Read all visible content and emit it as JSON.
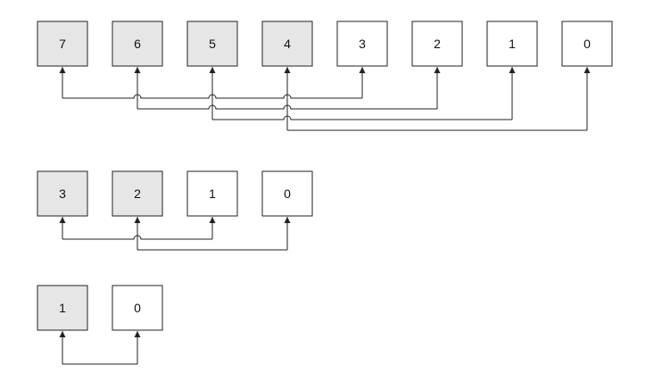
{
  "colors": {
    "shaded_fill": "#e6e6e6",
    "plain_fill": "#ffffff",
    "stroke": "#222222"
  },
  "rows": [
    {
      "boxes": [
        {
          "label": "7",
          "shaded": true
        },
        {
          "label": "6",
          "shaded": true
        },
        {
          "label": "5",
          "shaded": true
        },
        {
          "label": "4",
          "shaded": true
        },
        {
          "label": "3",
          "shaded": false
        },
        {
          "label": "2",
          "shaded": false
        },
        {
          "label": "1",
          "shaded": false
        },
        {
          "label": "0",
          "shaded": false
        }
      ],
      "links": [
        {
          "from": "7",
          "to": "3"
        },
        {
          "from": "6",
          "to": "2"
        },
        {
          "from": "5",
          "to": "1"
        },
        {
          "from": "4",
          "to": "0"
        }
      ]
    },
    {
      "boxes": [
        {
          "label": "3",
          "shaded": true
        },
        {
          "label": "2",
          "shaded": true
        },
        {
          "label": "1",
          "shaded": false
        },
        {
          "label": "0",
          "shaded": false
        }
      ],
      "links": [
        {
          "from": "3",
          "to": "1"
        },
        {
          "from": "2",
          "to": "0"
        }
      ]
    },
    {
      "boxes": [
        {
          "label": "1",
          "shaded": true
        },
        {
          "label": "0",
          "shaded": false
        }
      ],
      "links": [
        {
          "from": "1",
          "to": "0"
        }
      ]
    }
  ]
}
